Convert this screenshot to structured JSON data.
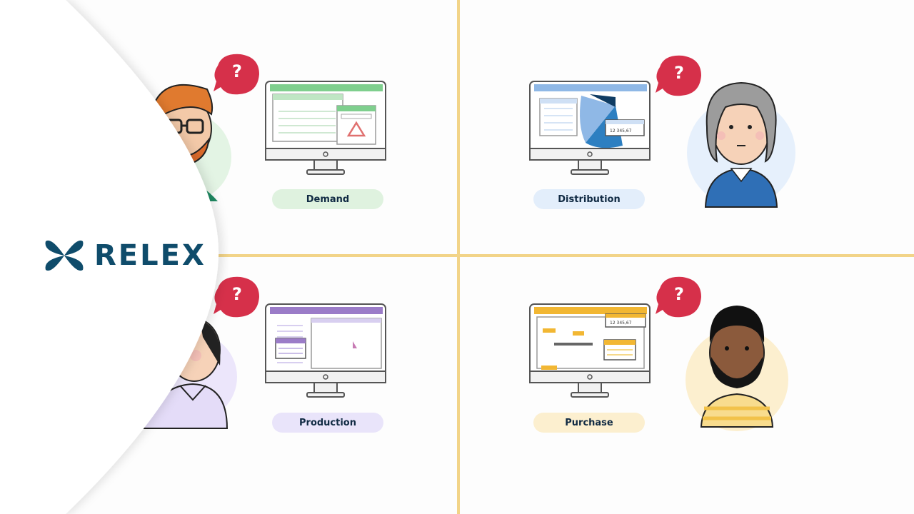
{
  "brand": {
    "name": "RELEX",
    "color": "#0f4c6b"
  },
  "question_mark": "?",
  "quadrants": [
    {
      "label": "Demand",
      "pill_color": "#dff2df",
      "accent": "#7fcf8e"
    },
    {
      "label": "Distribution",
      "pill_color": "#e3eefb",
      "accent": "#8fb8e6"
    },
    {
      "label": "Production",
      "pill_color": "#e9e4fa",
      "accent": "#9b7cc8"
    },
    {
      "label": "Purchase",
      "pill_color": "#fcefcf",
      "accent": "#f2b733"
    }
  ],
  "screens": {
    "distribution_value": "12 345,67",
    "purchase_value": "12 345,67"
  }
}
